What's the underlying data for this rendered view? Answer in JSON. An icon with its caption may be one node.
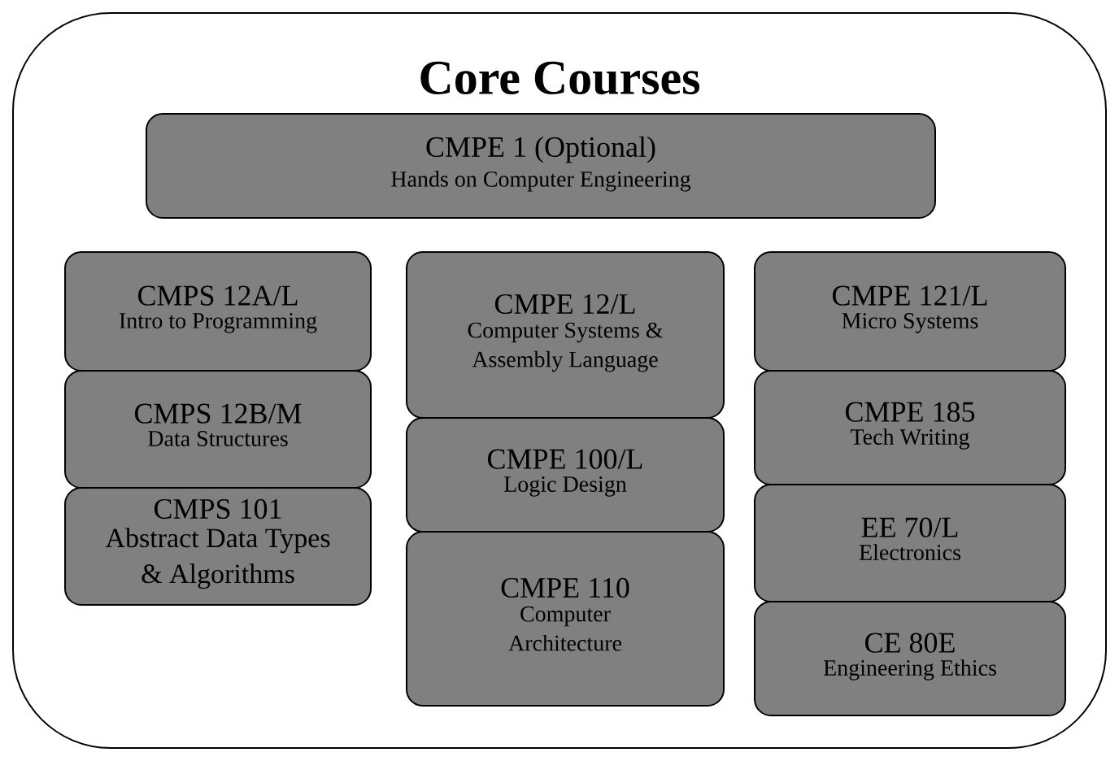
{
  "diagram": {
    "nodes": [
      {
        "text": [
          "Core Courses"
        ]
      },
      {
        "text": [
          "CMPE 1 (Optional)",
          "Hands on Computer Engineering"
        ],
        "in": 0
      },
      {
        "text": [
          "CMPS 12A/L",
          "Intro to Programming"
        ],
        "in": 0
      },
      {
        "text": [
          "CMPS 12B/M",
          "Data Structures"
        ],
        "in": 0
      },
      {
        "text": [
          "CMPS 101",
          "Abstract Data Types & Algorithms"
        ],
        "in": 0
      },
      {
        "text": [
          "CMPE 12/L",
          "Computer Systems & Assembly Language"
        ],
        "in": 0
      },
      {
        "text": [
          "CMPE 100/L",
          "Logic Design"
        ],
        "in": 0
      },
      {
        "text": [
          "CMPE 110",
          "Computer Architecture"
        ],
        "in": 0
      },
      {
        "text": [
          "CMPE 121/L",
          "Micro Systems"
        ],
        "in": 0
      },
      {
        "text": [
          "CMPE 185",
          "Tech Writing"
        ],
        "in": 0
      },
      {
        "text": [
          "EE 70/L",
          "Electronics"
        ],
        "in": 0
      },
      {
        "text": [
          "CE 80E",
          "Engineering Ethics"
        ],
        "in": 0
      }
    ]
  }
}
